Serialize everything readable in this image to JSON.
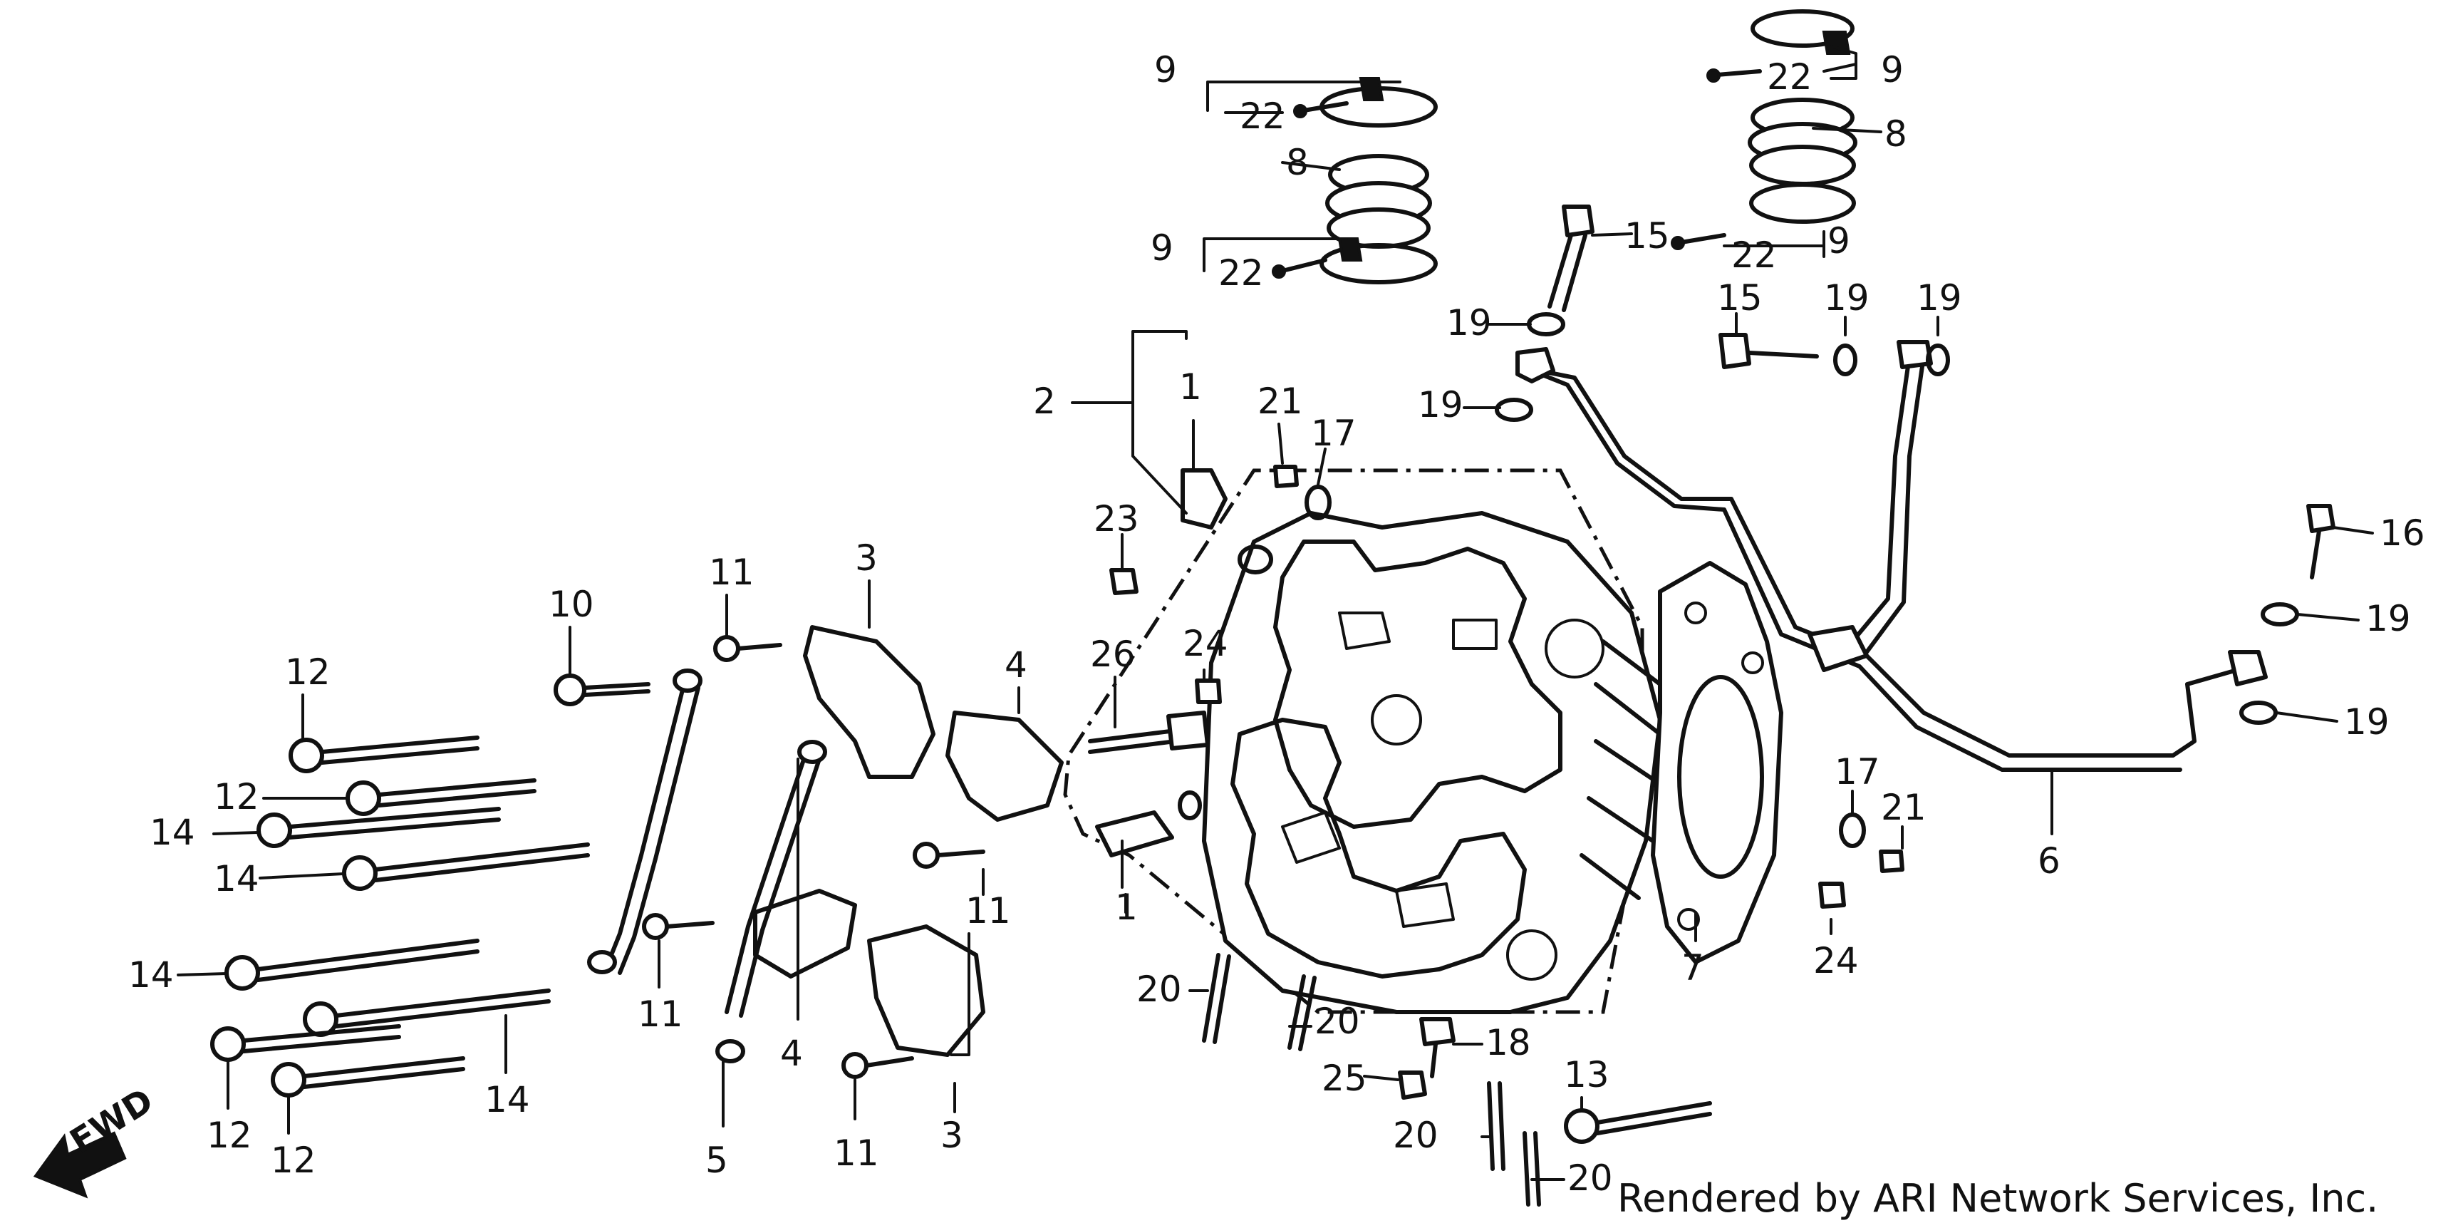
{
  "diagram": {
    "credit": "Rendered by ARI Network Services, Inc.",
    "fwd_label": "FWD",
    "callouts": [
      "1",
      "1",
      "2",
      "3",
      "3",
      "4",
      "4",
      "5",
      "6",
      "7",
      "8",
      "8",
      "9",
      "9",
      "9",
      "9",
      "10",
      "11",
      "11",
      "11",
      "11",
      "12",
      "12",
      "12",
      "12",
      "13",
      "14",
      "14",
      "14",
      "14",
      "15",
      "15",
      "16",
      "17",
      "17",
      "18",
      "19",
      "19",
      "19",
      "19",
      "19",
      "19",
      "20",
      "20",
      "20",
      "20",
      "21",
      "21",
      "22",
      "22",
      "22",
      "22",
      "23",
      "24",
      "24",
      "25",
      "26"
    ]
  }
}
